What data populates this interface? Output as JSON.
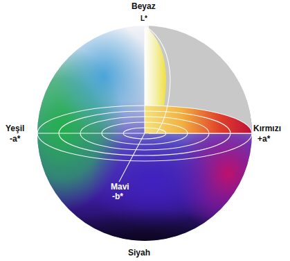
{
  "diagram": {
    "labels": [
      "Beyaz",
      "L*",
      "Yeşil",
      "-a*",
      "Kırmızı",
      "+a*",
      "Mavi",
      "-b*",
      "Siyah"
    ]
  }
}
